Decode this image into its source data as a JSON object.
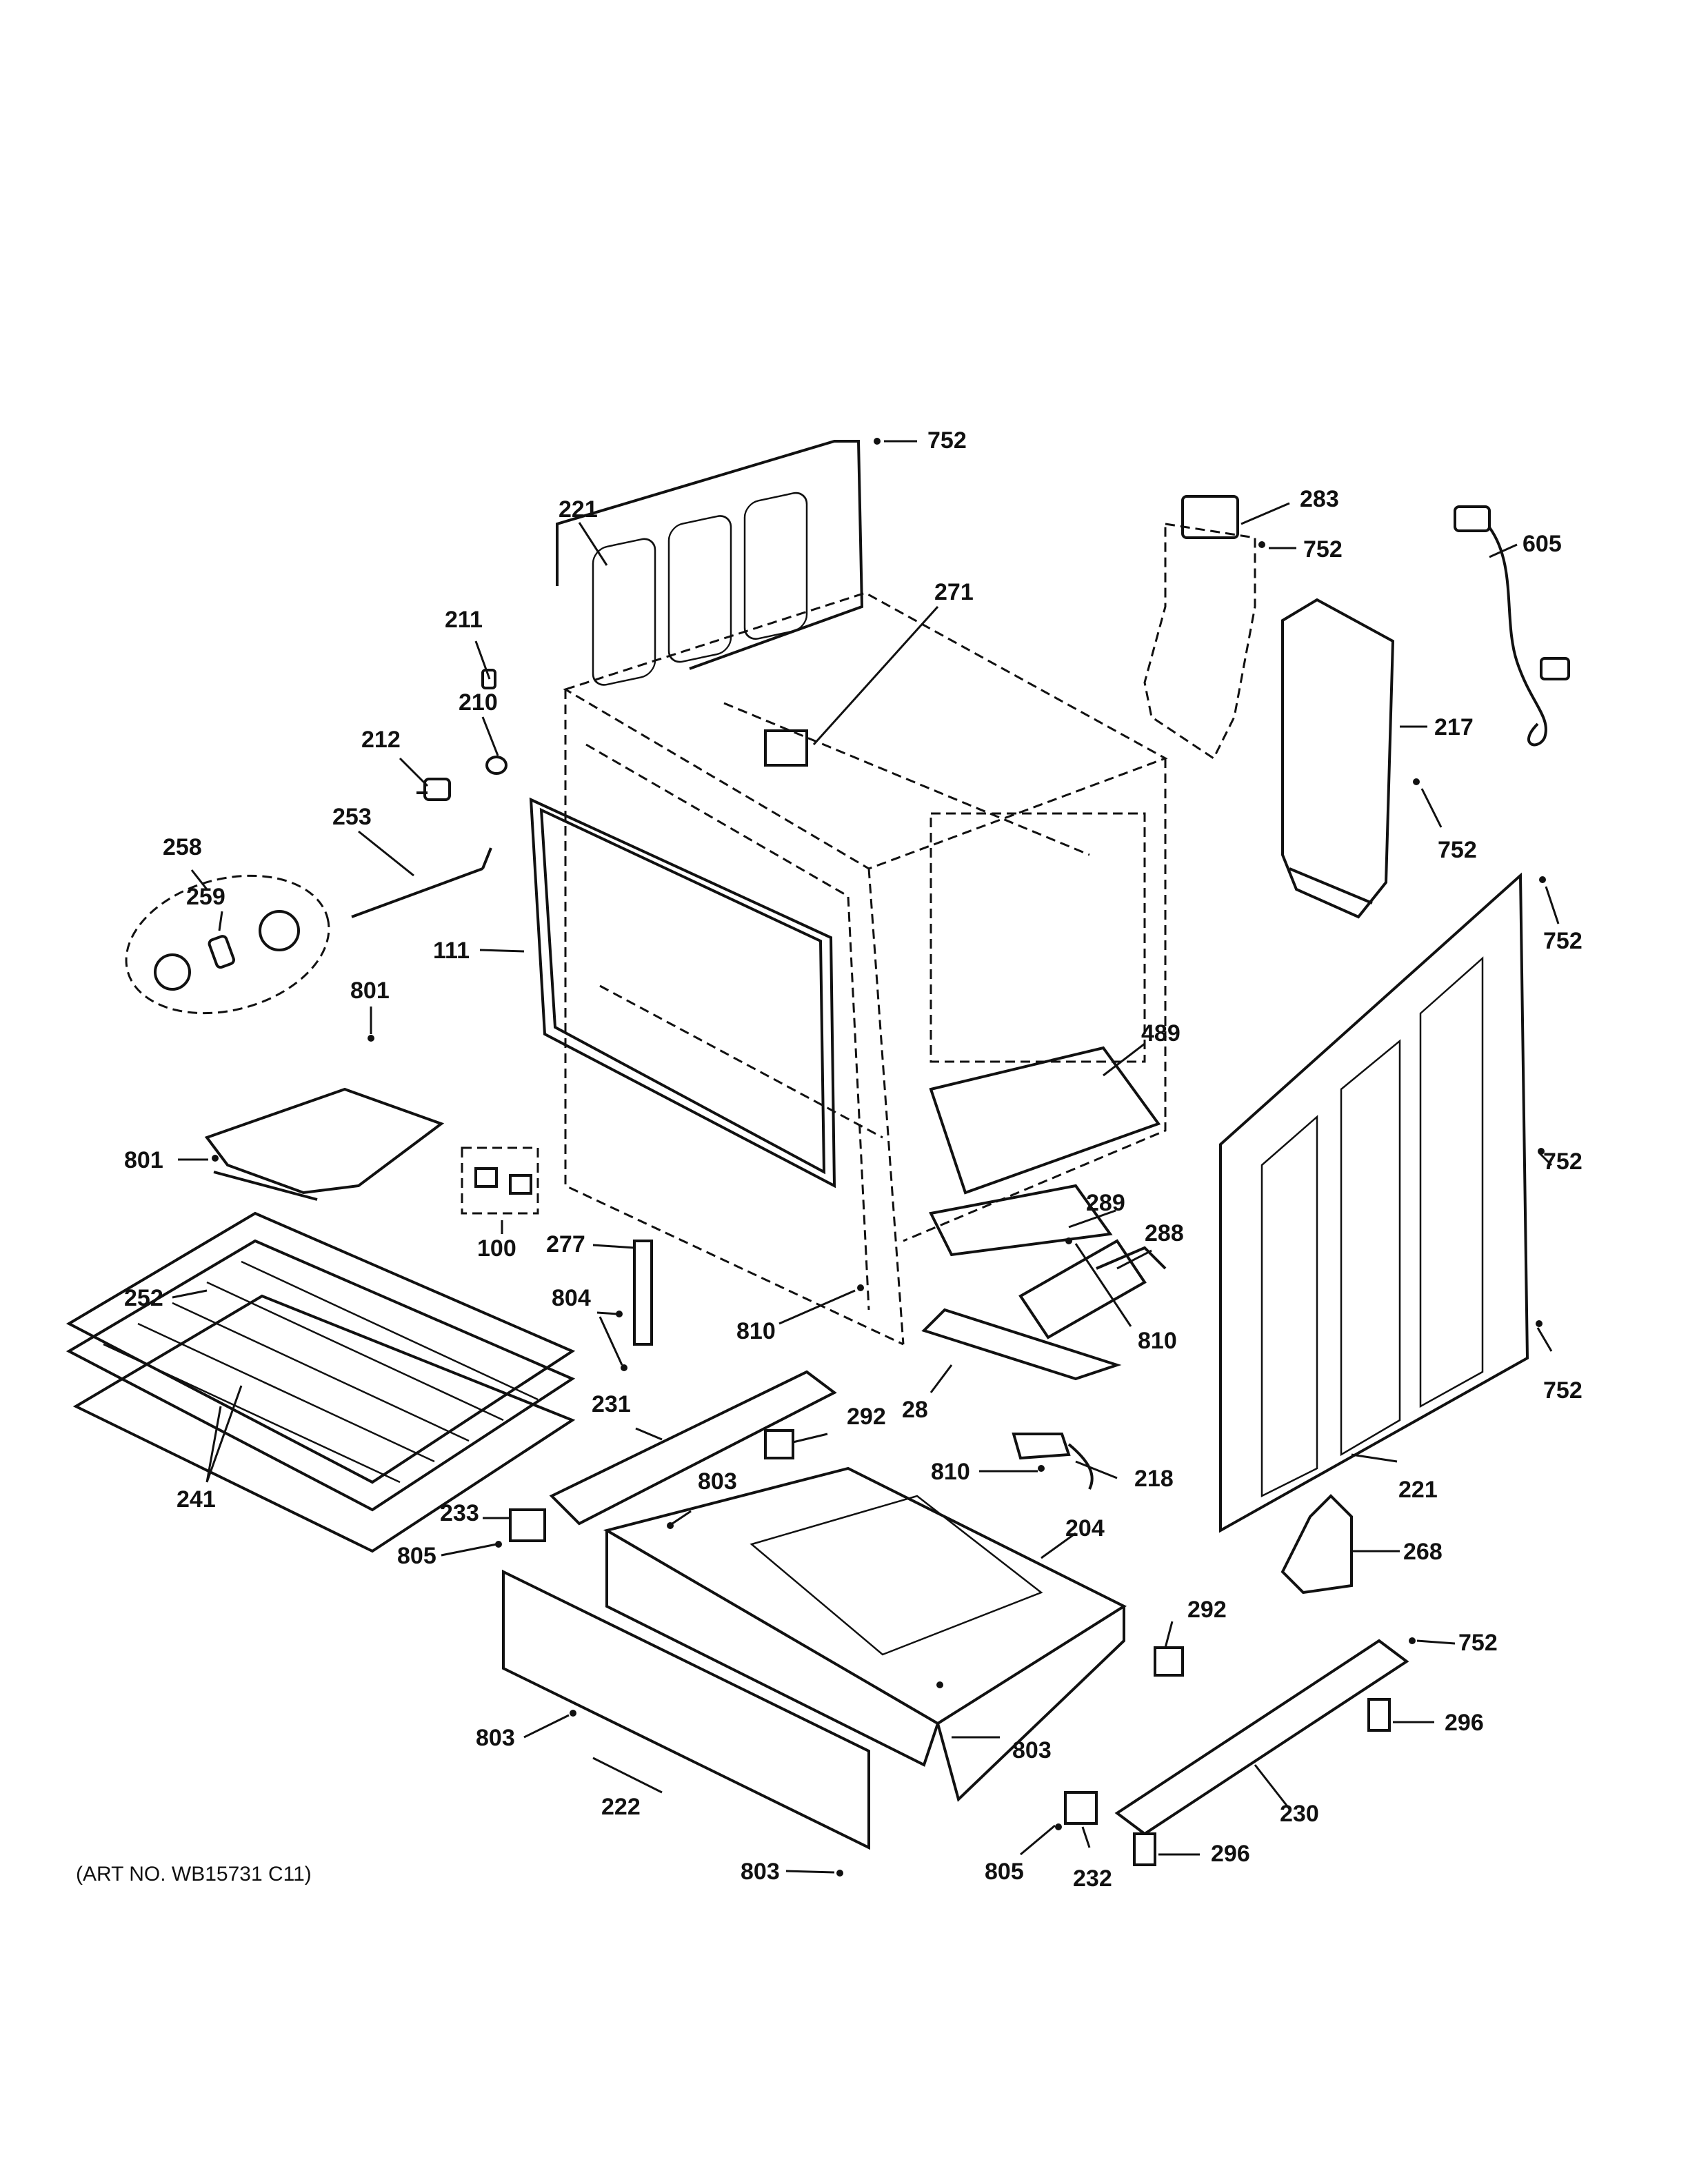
{
  "diagram": {
    "art_number": "(ART NO. WB15731 C11)",
    "callouts": {
      "p752a": "752",
      "p221a": "221",
      "p283": "283",
      "p752b": "752",
      "p605": "605",
      "p211": "211",
      "p271": "271",
      "p210": "210",
      "p217": "217",
      "p212": "212",
      "p752c": "752",
      "p253": "253",
      "p258": "258",
      "p259": "259",
      "p111": "111",
      "p752d": "752",
      "p801a": "801",
      "p489": "489",
      "p252": "252",
      "p801b": "801",
      "p752e": "752",
      "p100": "100",
      "p277": "277",
      "p289": "289",
      "p288": "288",
      "p804": "804",
      "p810a": "810",
      "p810b": "810",
      "p752f": "752",
      "p231": "231",
      "p28": "28",
      "p292a": "292",
      "p241": "241",
      "p810c": "810",
      "p218": "218",
      "p803a": "803",
      "p221b": "221",
      "p233": "233",
      "p204": "204",
      "p805a": "805",
      "p268": "268",
      "p292b": "292",
      "p752g": "752",
      "p296a": "296",
      "p803b": "803",
      "p803c": "803",
      "p222": "222",
      "p230": "230",
      "p296b": "296",
      "p803d": "803",
      "p805b": "805",
      "p232": "232"
    }
  }
}
